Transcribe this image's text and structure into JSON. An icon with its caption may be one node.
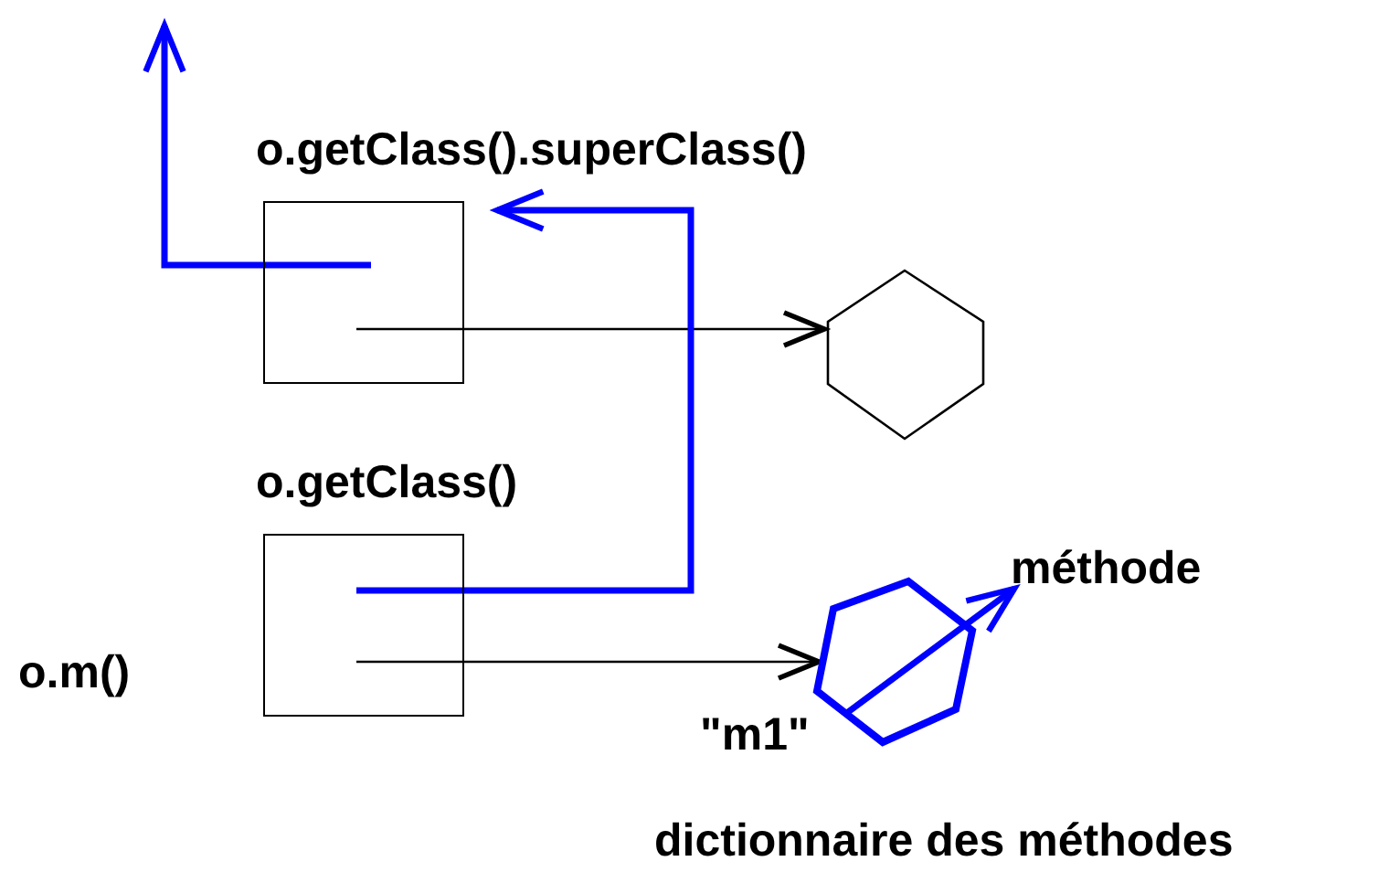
{
  "diagram": {
    "nodes": [
      {
        "text": [
          "o.getClass().superClass()"
        ]
      },
      {
        "text": [],
        "shape": "hexagon"
      },
      {
        "text": [
          "o.getClass()"
        ]
      },
      {
        "text": [],
        "shape": "hexagon",
        "beside": [
          "\"m1\""
        ]
      },
      {
        "text": [
          "méthode"
        ]
      }
    ],
    "edges": [
      {
        "from": 0,
        "to": null,
        "arrow": "to"
      },
      {
        "from": 0,
        "to": 1,
        "arrow": "to",
        "color": "#000000"
      },
      {
        "from": 2,
        "to": 0,
        "arrow": "to"
      },
      {
        "from": 2,
        "to": 3,
        "arrow": "to",
        "color": "#000000"
      },
      {
        "from": 3,
        "to": 4,
        "arrow": "to"
      }
    ],
    "labels": [
      "o.m()",
      "dictionnaire des méthodes"
    ]
  }
}
